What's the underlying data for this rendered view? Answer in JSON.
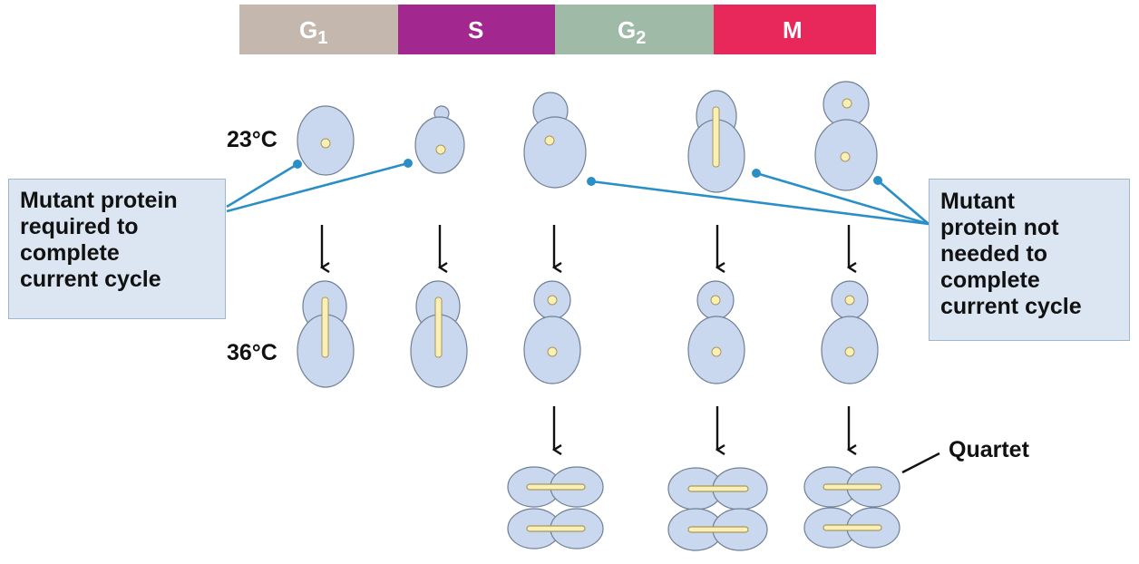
{
  "phases": [
    {
      "label": "G",
      "sub": "1",
      "color": "#c4b7ad"
    },
    {
      "label": "S",
      "sub": "",
      "color": "#a2288f"
    },
    {
      "label": "G",
      "sub": "2",
      "color": "#9fbaa6"
    },
    {
      "label": "M",
      "sub": "",
      "color": "#e8285a"
    }
  ],
  "temps": {
    "low": "23°C",
    "high": "36°C"
  },
  "notes": {
    "left": "Mutant protein\nrequired to\ncomplete\ncurrent cycle",
    "right": "Mutant\nprotein not\nneeded to\ncomplete\ncurrent cycle"
  },
  "quartet": "Quartet",
  "colors": {
    "cell": "#c9d8ee",
    "nucleus": "#fbf0b4",
    "leader": "#2b8fc7"
  }
}
